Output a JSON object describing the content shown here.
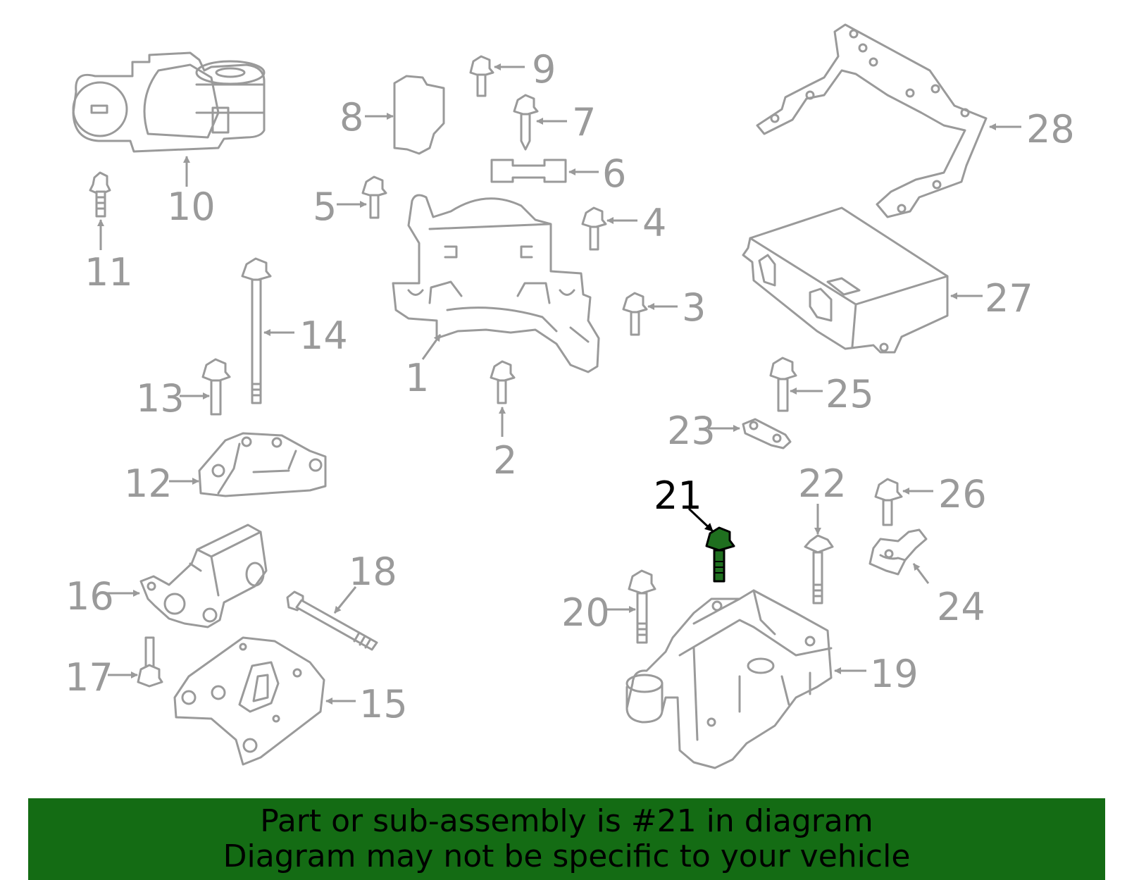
{
  "diagram": {
    "highlighted_part": "21",
    "labels": [
      "1",
      "2",
      "3",
      "4",
      "5",
      "6",
      "7",
      "8",
      "9",
      "10",
      "11",
      "12",
      "13",
      "14",
      "15",
      "16",
      "17",
      "18",
      "19",
      "20",
      "21",
      "22",
      "23",
      "24",
      "25",
      "26",
      "27",
      "28"
    ],
    "colors": {
      "part_line": "#9a9a9a",
      "highlight_fill": "#1f6f1f",
      "highlight_label": "#000000",
      "banner_bg": "#146c14"
    }
  },
  "banner": {
    "line1": "Part or sub-assembly is #21 in diagram",
    "line2": "Diagram may not be specific to your vehicle"
  }
}
